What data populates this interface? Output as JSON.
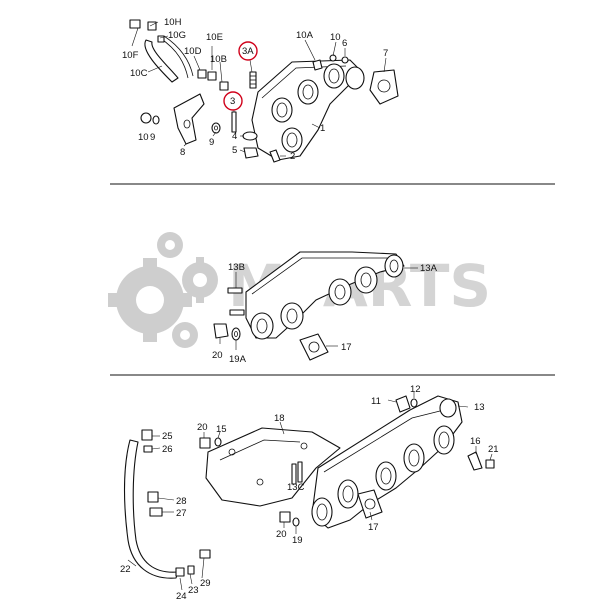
{
  "watermark": {
    "text": "OMPARTS",
    "visible_text": "MPARTS",
    "icon": "gear-cluster-logo"
  },
  "highlight_color": "#d0021b",
  "highlighted_callouts": [
    "3A",
    "3"
  ],
  "sections": [
    {
      "id": "top",
      "labels": [
        "10H",
        "10G",
        "10F",
        "10C",
        "10E",
        "10D",
        "10B",
        "3A",
        "3",
        "10A",
        "10",
        "6",
        "7",
        "1",
        "10",
        "9",
        "8",
        "9",
        "4",
        "5",
        "2"
      ]
    },
    {
      "id": "middle",
      "labels": [
        "13B",
        "13A",
        "20",
        "19A",
        "17"
      ]
    },
    {
      "id": "bottom",
      "labels": [
        "11",
        "12",
        "13",
        "18",
        "20",
        "15",
        "25",
        "26",
        "28",
        "27",
        "20",
        "19",
        "13C",
        "17",
        "16",
        "21",
        "22",
        "24",
        "23",
        "29"
      ]
    }
  ]
}
